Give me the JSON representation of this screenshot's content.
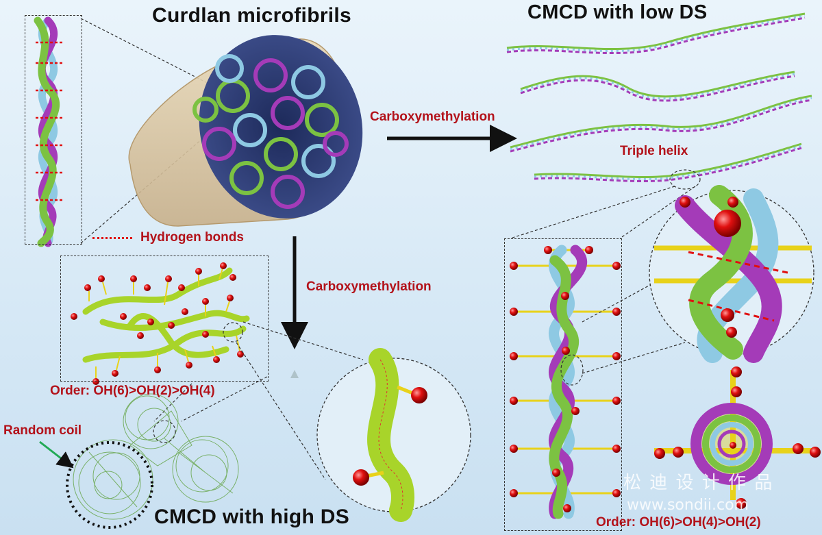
{
  "titles": {
    "curdlan": "Curdlan microfibrils",
    "low_ds": "CMCD with low DS",
    "high_ds": "CMCD with high DS"
  },
  "labels": {
    "carboxymethylation_right": "Carboxymethylation",
    "carboxymethylation_down": "Carboxymethylation",
    "hydrogen_bonds": "Hydrogen bonds",
    "triple_helix": "Triple helix",
    "random_coil": "Random coil",
    "order_left": "Order: OH(6)>OH(2)>OH(4)",
    "order_right": "Order: OH(6)>OH(4)>OH(2)"
  },
  "watermark": {
    "chinese": "松 迪 设 计 作 品",
    "url": "www.sondii.com"
  },
  "colors": {
    "strand_green": "#7cc242",
    "strand_purple": "#a43bb8",
    "strand_blue": "#8ec9e3",
    "label_red": "#b3121a",
    "sphere_red": "#e01010",
    "bond_yellow": "#e8d21a"
  }
}
